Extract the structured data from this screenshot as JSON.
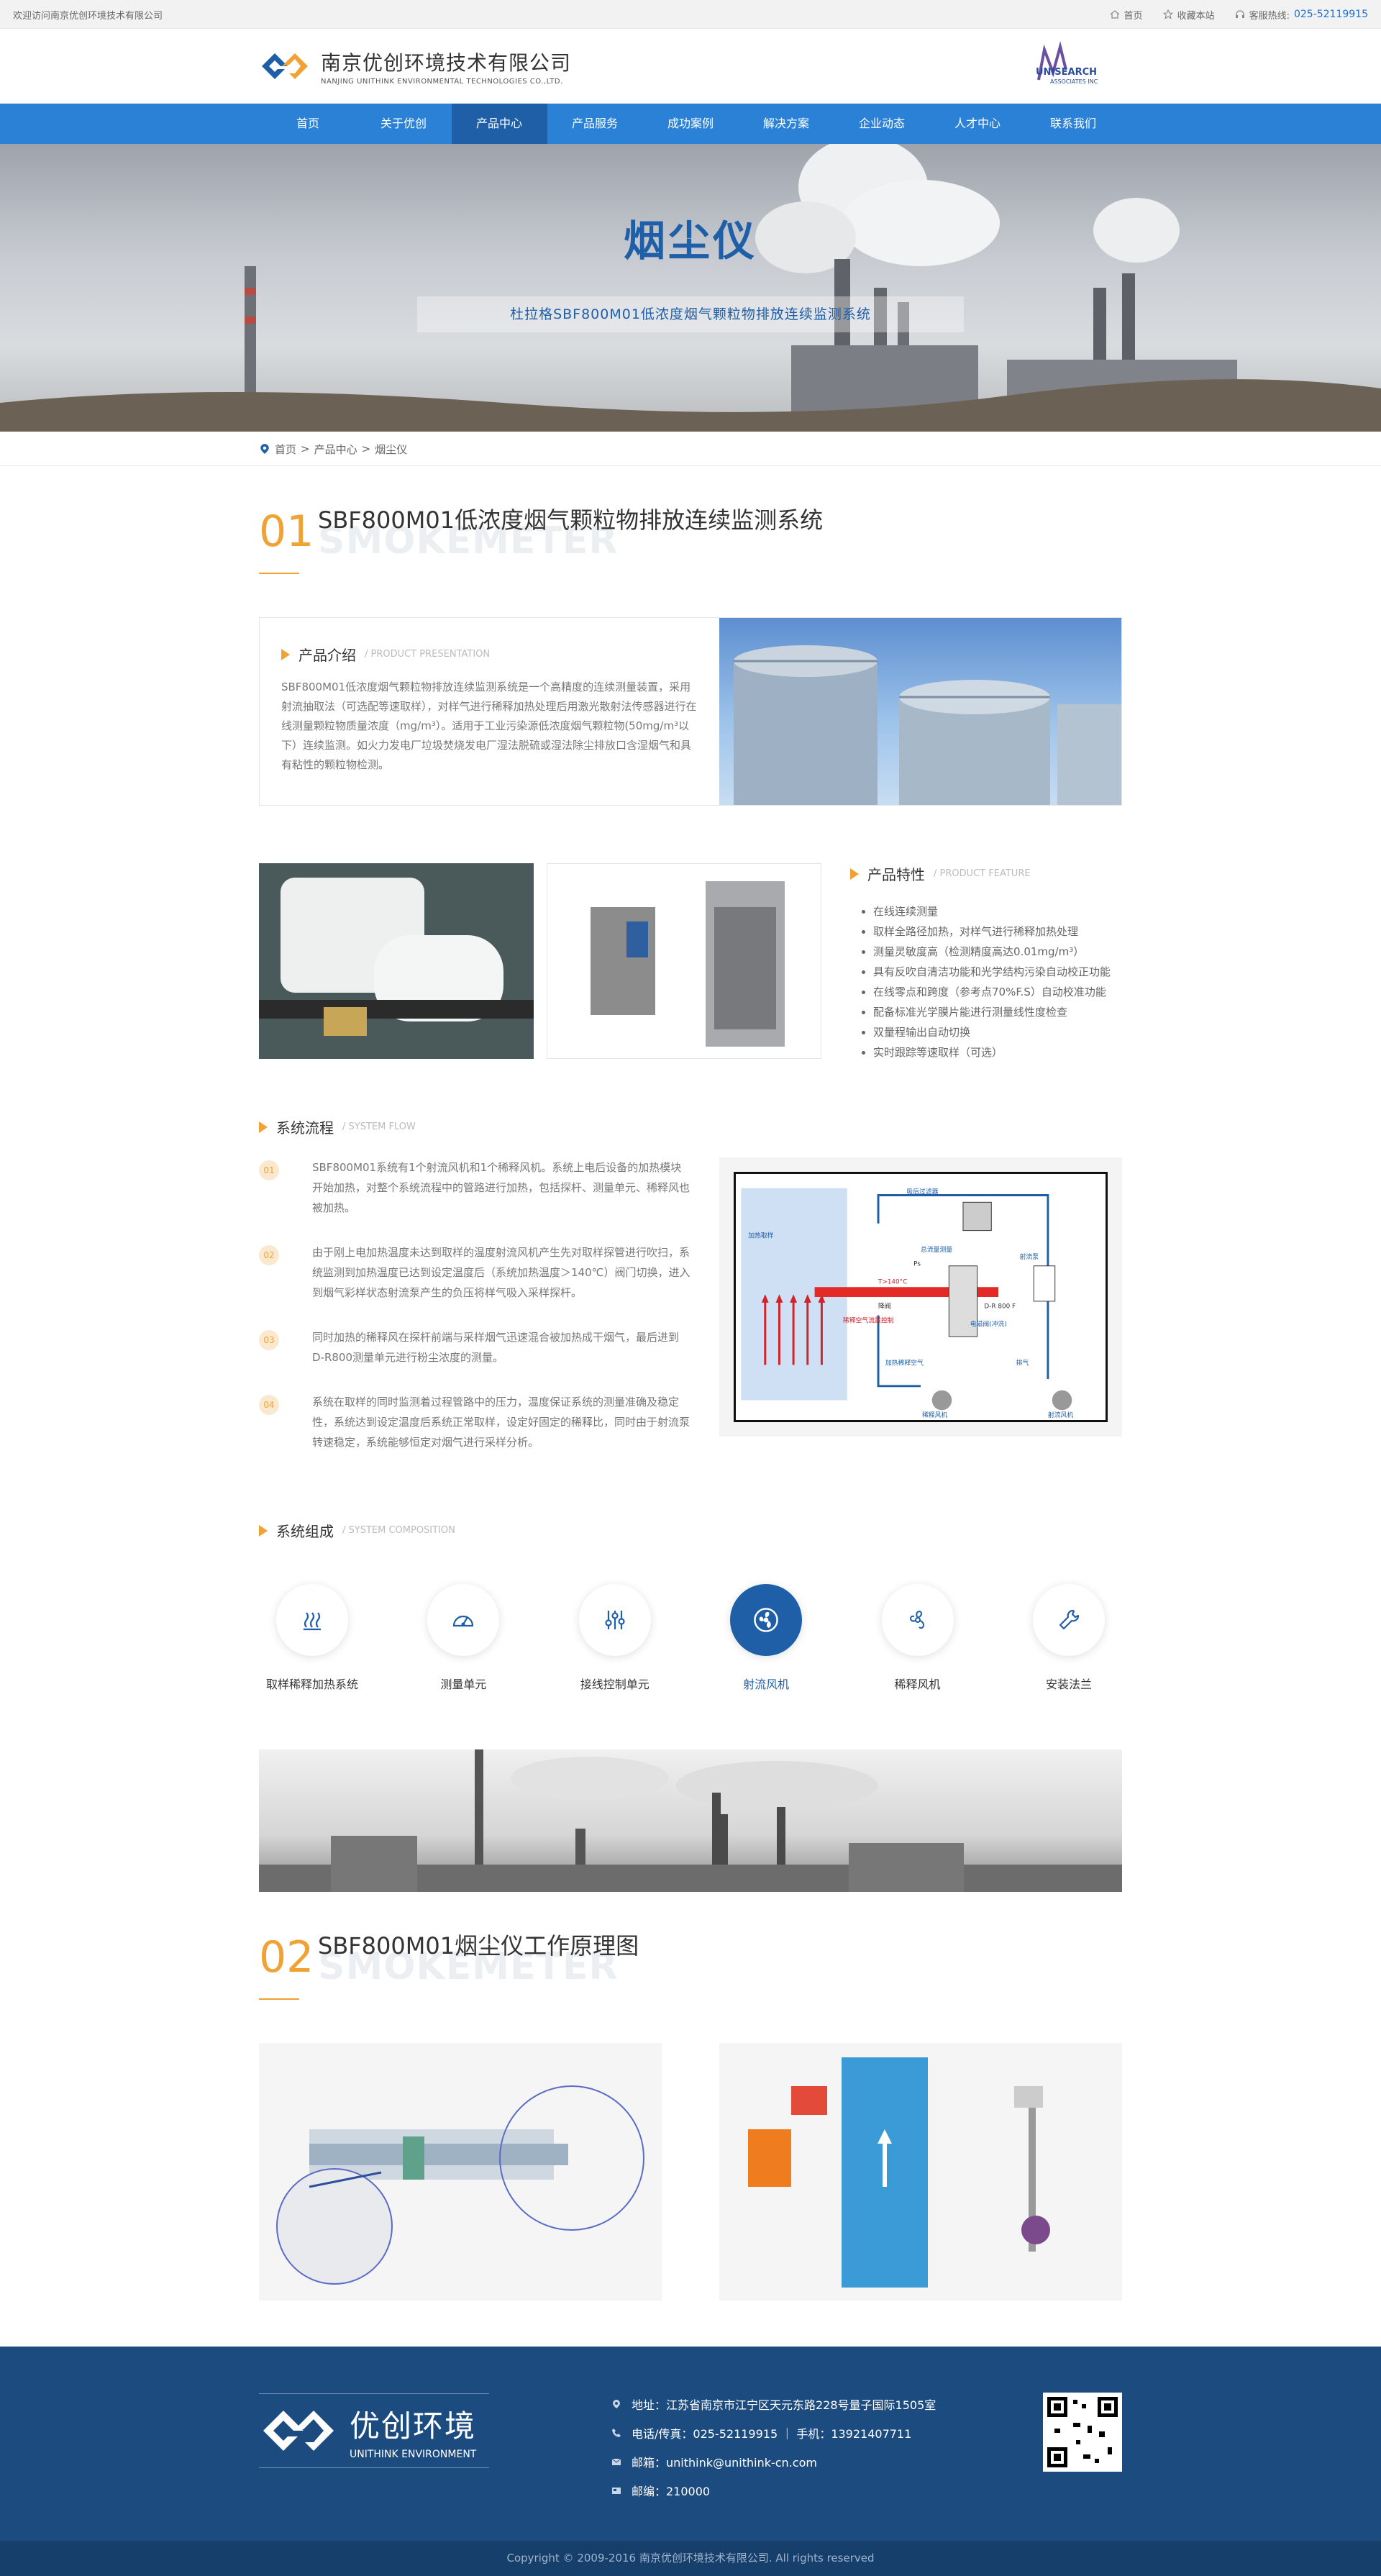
{
  "topbar": {
    "welcome": "欢迎访问南京优创环境技术有限公司",
    "home": "首页",
    "fav": "收藏本站",
    "hotline_label": "客服热线:",
    "hotline": "025-52119915"
  },
  "header": {
    "company_cn": "南京优创环境技术有限公司",
    "company_en": "NANJING UNITHINK ENVIRONMENTAL TECHNOLOGIES CO.,LTD.",
    "partner_name": "UNISEARCH",
    "partner_sub": "ASSOCIATES INC"
  },
  "nav": [
    "首页",
    "关于优创",
    "产品中心",
    "产品服务",
    "成功案例",
    "解决方案",
    "企业动态",
    "人才中心",
    "联系我们"
  ],
  "nav_active": "产品中心",
  "banner": {
    "title": "烟尘仪",
    "subtitle": "杜拉格SBF800M01低浓度烟气颗粒物排放连续监测系统"
  },
  "breadcrumb": {
    "home": "首页",
    "sep": ">",
    "level1": "产品中心",
    "level2": "烟尘仪"
  },
  "section1": {
    "num": "01",
    "title": "SBF800M01低浓度烟气颗粒物排放连续监测系统",
    "ghost": "SMOKEMETER"
  },
  "intro": {
    "title": "产品介绍",
    "en": "/ PRODUCT PRESENTATION",
    "text": "SBF800M01低浓度烟气颗粒物排放连续监测系统是一个高精度的连续测量装置，采用射流抽取法（可选配等速取样），对样气进行稀释加热处理后用激光散射法传感器进行在线测量颗粒物质量浓度（mg/m³）。适用于工业污染源低浓度烟气颗粒物(50mg/m³以下）连续监测。如火力发电厂垃圾焚烧发电厂湿法脱硫或湿法除尘排放口含湿烟气和具有粘性的颗粒物检测。"
  },
  "features": {
    "title": "产品特性",
    "en": "/ PRODUCT FEATURE",
    "items": [
      "在线连续测量",
      "取样全路径加热，对样气进行稀释加热处理",
      "测量灵敏度高（检测精度高达0.01mg/m³）",
      "具有反吹自清洁功能和光学结构污染自动校正功能",
      "在线零点和跨度（参考点70%F.S）自动校准功能",
      "配备标准光学膜片能进行测量线性度检查",
      "双量程输出自动切换",
      "实时跟踪等速取样（可选）"
    ]
  },
  "flow": {
    "title": "系统流程",
    "en": "/ SYSTEM FLOW",
    "steps": [
      {
        "n": "01",
        "text": "SBF800M01系统有1个射流风机和1个稀释风机。系统上电后设备的加热模块开始加热，对整个系统流程中的管路进行加热，包括探杆、测量单元、稀释风也被加热。"
      },
      {
        "n": "02",
        "text": "由于刚上电加热温度未达到取样的温度射流风机产生先对取样探管进行吹扫，系统监测到加热温度已达到设定温度后（系统加热温度＞140℃）阀门切换，进入到烟气彩样状态射流泵产生的负压将样气吸入采样探杆。"
      },
      {
        "n": "03",
        "text": "同时加热的稀释风在探杆前端与采样烟气迅速混合被加热成干烟气，最后进到D-R800测量单元进行粉尘浓度的测量。"
      },
      {
        "n": "04",
        "text": "系统在取样的同时监测着过程管路中的压力，温度保证系统的测量准确及稳定性，系统达到设定温度后系统正常取样，设定好固定的稀释比，同时由于射流泵转速稳定，系统能够恒定对烟气进行采样分析。"
      }
    ]
  },
  "diagram": {
    "labels": [
      "吸后过滤器",
      "总流量测量",
      "Ps",
      "T>140°C",
      "降阀",
      "D-R 800 F",
      "稀释空气流量控制",
      "电磁阀(冲洗)",
      "加热稀释空气",
      "射流泵",
      "加热取样",
      "稀释风机",
      "射流风机",
      "排气"
    ]
  },
  "composition": {
    "title": "系统组成",
    "en": "/ SYSTEM COMPOSITION",
    "items": [
      {
        "label": "取样稀释加热系统",
        "icon": "heat-icon"
      },
      {
        "label": "测量单元",
        "icon": "gauge-icon"
      },
      {
        "label": "接线控制单元",
        "icon": "sliders-icon"
      },
      {
        "label": "射流风机",
        "icon": "fan-jet-icon",
        "active": true
      },
      {
        "label": "稀释风机",
        "icon": "fan-icon"
      },
      {
        "label": "安装法兰",
        "icon": "wrench-icon"
      }
    ]
  },
  "section2": {
    "num": "02",
    "title": "SBF800M01烟尘仪工作原理图",
    "ghost": "SMOKEMETER"
  },
  "footer": {
    "brand_cn": "优创环境",
    "brand_en": "UNITHINK ENVIRONMENT",
    "address": "地址：江苏省南京市江宁区天元东路228号量子国际1505室",
    "phone": "电话/传真：025-52119915  ｜  手机：13921407711",
    "email": "邮箱：unithink@unithink-cn.com",
    "postcode": "邮编：210000",
    "copyright": "Copyright © 2009-2016 南京优创环境技术有限公司. All rights reserved"
  },
  "colors": {
    "primary": "#2b81d6",
    "dark": "#1f5fa8",
    "accent": "#f1a235",
    "footer": "#1c4b7f"
  }
}
